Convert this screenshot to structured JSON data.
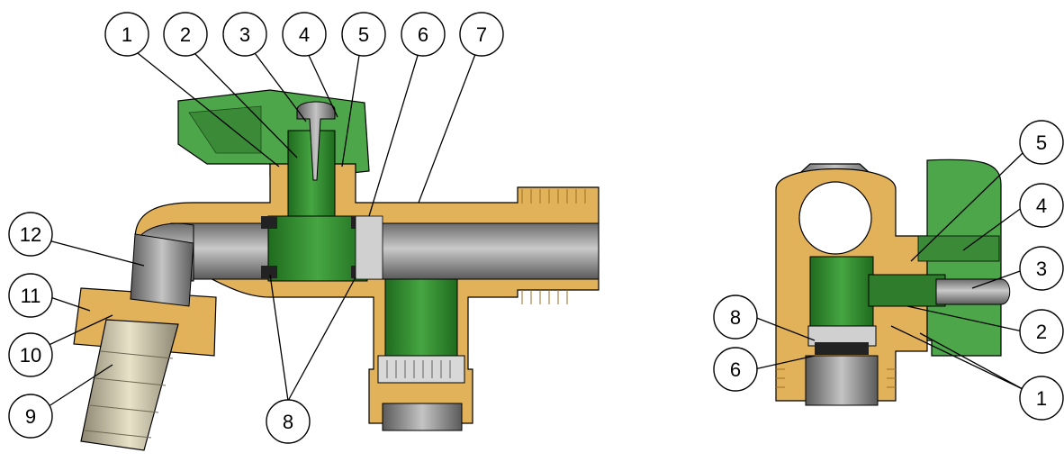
{
  "colors": {
    "brass": "#E2B25A",
    "brass_dark": "#B8862E",
    "green": "#3E9A3A",
    "green_dark": "#1F6B1E",
    "handle_green": "#4DA64A",
    "steel": "#9A9A9A",
    "steel_dark": "#5E5E5E",
    "hose": "#CFC7A8",
    "outline": "#000000"
  },
  "left_view": {
    "callouts": [
      {
        "label": "1"
      },
      {
        "label": "2"
      },
      {
        "label": "3"
      },
      {
        "label": "4"
      },
      {
        "label": "5"
      },
      {
        "label": "6"
      },
      {
        "label": "7"
      },
      {
        "label": "8"
      },
      {
        "label": "9"
      },
      {
        "label": "10"
      },
      {
        "label": "11"
      },
      {
        "label": "12"
      }
    ]
  },
  "right_view": {
    "callouts": [
      {
        "label": "5"
      },
      {
        "label": "4"
      },
      {
        "label": "3"
      },
      {
        "label": "2"
      },
      {
        "label": "1"
      },
      {
        "label": "8"
      },
      {
        "label": "6"
      }
    ]
  }
}
